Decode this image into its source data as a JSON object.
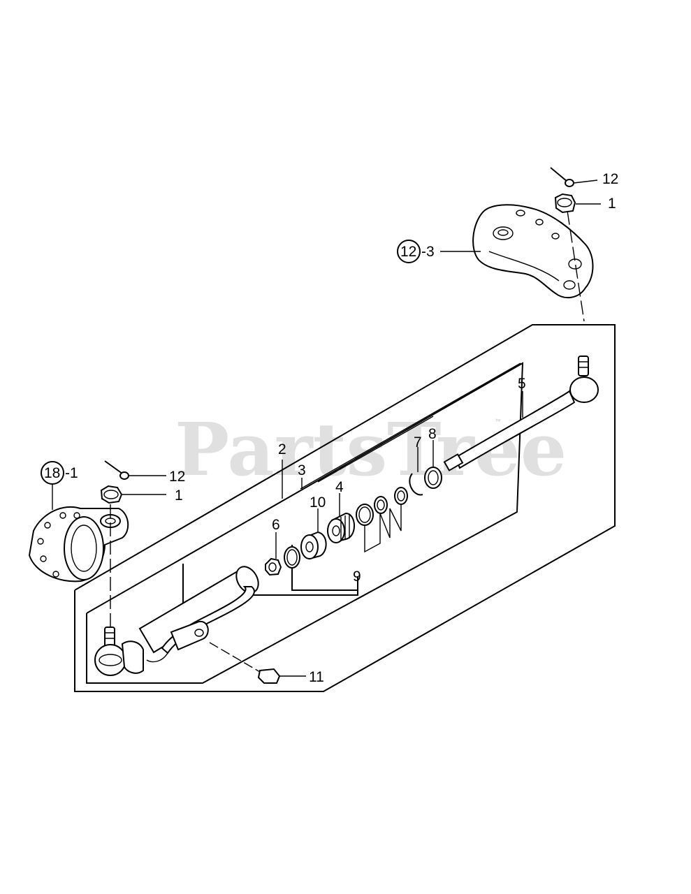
{
  "watermark": {
    "text": "PartsTree",
    "trademark": "™"
  },
  "callouts": [
    {
      "id": "c12-top",
      "text": "12"
    },
    {
      "id": "c1-top",
      "text": "1"
    },
    {
      "id": "c12-3-circle",
      "text": "12"
    },
    {
      "id": "c12-3-suffix",
      "text": "-3"
    },
    {
      "id": "c5",
      "text": "5"
    },
    {
      "id": "c8",
      "text": "8"
    },
    {
      "id": "c7",
      "text": "7"
    },
    {
      "id": "c2",
      "text": "2"
    },
    {
      "id": "c3",
      "text": "3"
    },
    {
      "id": "c4",
      "text": "4"
    },
    {
      "id": "c10",
      "text": "10"
    },
    {
      "id": "c6",
      "text": "6"
    },
    {
      "id": "c9",
      "text": "9"
    },
    {
      "id": "c18-1-circle",
      "text": "18"
    },
    {
      "id": "c18-1-suffix",
      "text": "-1"
    },
    {
      "id": "c12-left",
      "text": "12"
    },
    {
      "id": "c1-left",
      "text": "1"
    },
    {
      "id": "c11",
      "text": "11"
    }
  ]
}
